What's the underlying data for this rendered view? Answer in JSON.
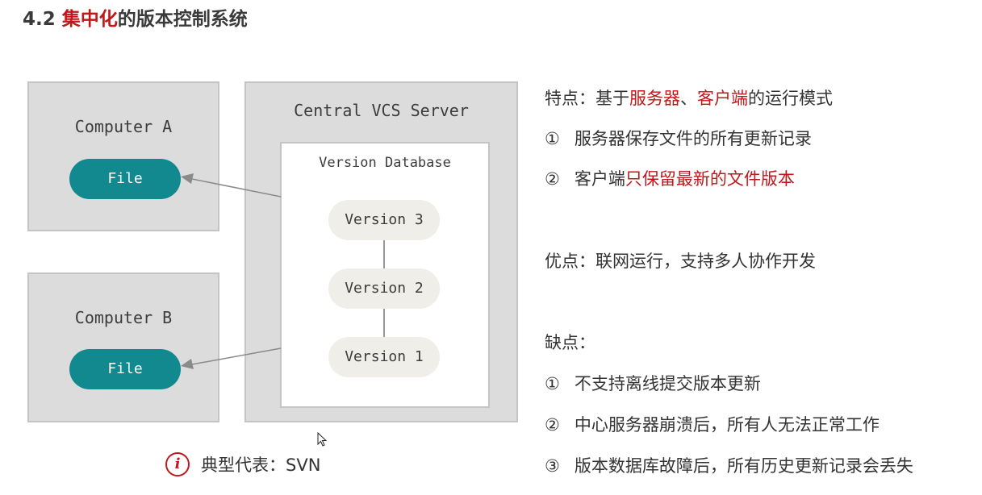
{
  "title": {
    "number": "4.2",
    "highlight": "集中化",
    "rest": "的版本控制系统"
  },
  "diagram": {
    "computer_a": {
      "label": "Computer A",
      "file": "File"
    },
    "computer_b": {
      "label": "Computer B",
      "file": "File"
    },
    "server": {
      "label": "Central VCS Server",
      "database": "Version Database",
      "versions": [
        "Version 3",
        "Version 2",
        "Version 1"
      ]
    }
  },
  "legend": {
    "icon": "info-icon",
    "text": "典型代表：SVN"
  },
  "features": {
    "heading_prefix": "特点：基于",
    "heading_server": "服务器",
    "heading_sep": "、",
    "heading_client": "客户端",
    "heading_suffix": "的运行模式",
    "item1_num": "①",
    "item1_text": "服务器保存文件的所有更新记录",
    "item2_num": "②",
    "item2_plain": "客户端",
    "item2_red": "只保留最新的文件版本"
  },
  "pros": {
    "text": "优点：联网运行，支持多人协作开发"
  },
  "cons": {
    "heading": "缺点：",
    "items": [
      {
        "num": "①",
        "text": "不支持离线提交版本更新"
      },
      {
        "num": "②",
        "text": "中心服务器崩溃后，所有人无法正常工作"
      },
      {
        "num": "③",
        "text": "版本数据库故障后，所有历史更新记录会丢失"
      }
    ]
  },
  "colors": {
    "accent_red": "#c0181b",
    "file_teal": "#12888f",
    "box_gray": "#dcdcdc",
    "version_pill": "#efeee9"
  }
}
